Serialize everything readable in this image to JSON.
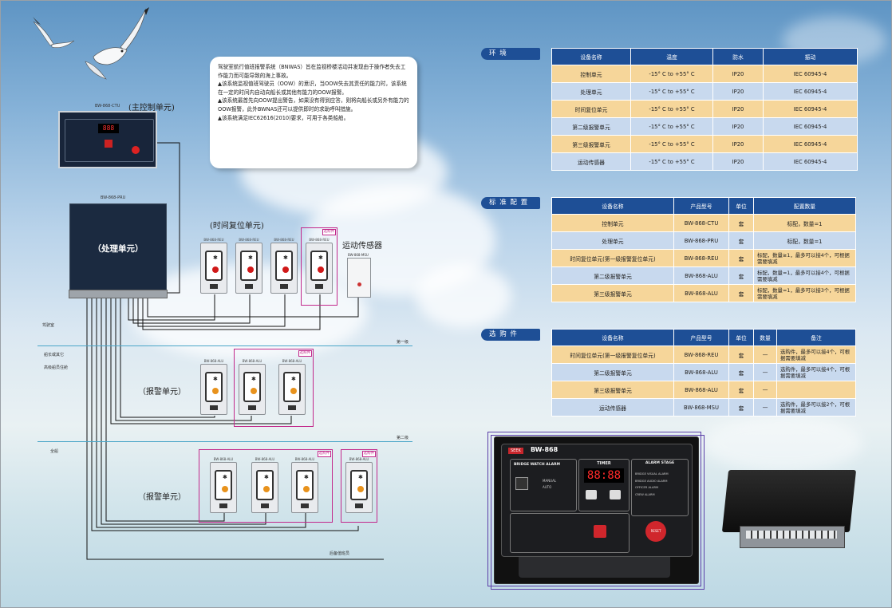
{
  "intro": {
    "line1": "驾驶室航行值班报警系统（BNWAS）旨在监视桥楼活动并发现由于操作者失去工作能力而可能导致的海上事故。",
    "b1": "▲该系统监视值班驾驶员（OOW）的意识，当OOW失去其责任的能力时，该系统在一定的时间内自动向船长或其他有能力的OOW报警。",
    "b2": "▲该系统最首先向OOW提出警告，如果没有得到应答，则将向船长或另外有能力的OOW报警，此外BWNAS还可以提供即时的求助呼叫措施。",
    "b3": "▲该系统满足IEC62616(2010)要求，可用于各类船舶。"
  },
  "diagram": {
    "ctu_model": "BW-868-CTU",
    "ctu_name": "(主控制单元)",
    "pru_model": "BW-868-PRU",
    "pru_name": "（处理单元）",
    "reu_group": "(时间复位单元)",
    "msu_name": "运动传感器",
    "alu_group1": "（报警单元）",
    "alu_group2": "（报警单元）",
    "opt_tag": "选购件",
    "reu_model": "BW-868-REU",
    "alu_model": "BW-868-ALU",
    "msu_model": "BW-868-MSU",
    "zone_bridge": "驾驶室",
    "zone_stage1": "第一级",
    "zone_captain1": "船长或其它",
    "zone_captain2": "高级船员住舱",
    "zone_stage2": "第二级",
    "zone_all": "全船",
    "zone_backup": "后备值班员"
  },
  "env": {
    "tag": "环 境",
    "headers": [
      "设备名称",
      "温度",
      "防水",
      "振动"
    ],
    "rows": [
      [
        "控制单元",
        "-15° C to +55° C",
        "IP20",
        "IEC 60945-4"
      ],
      [
        "处理单元",
        "-15° C to +55° C",
        "IP20",
        "IEC 60945-4"
      ],
      [
        "时间复位单元",
        "-15° C to +55° C",
        "IP20",
        "IEC 60945-4"
      ],
      [
        "第二级报警单元",
        "-15° C to +55° C",
        "IP20",
        "IEC 60945-4"
      ],
      [
        "第三级报警单元",
        "-15° C to +55° C",
        "IP20",
        "IEC 60945-4"
      ],
      [
        "运动传感器",
        "-15° C to +55° C",
        "IP20",
        "IEC 60945-4"
      ]
    ]
  },
  "std": {
    "tag": "标 准 配 置",
    "headers": [
      "设备名称",
      "产品型号",
      "单位",
      "配置数量"
    ],
    "rows": [
      [
        "控制单元",
        "BW-868-CTU",
        "套",
        "标配，数量=1"
      ],
      [
        "处理单元",
        "BW-868-PRU",
        "套",
        "标配，数量=1"
      ],
      [
        "时间复位单元(第一级报警复位单元)",
        "BW-868-REU",
        "套",
        "标配，数量≥1，最多可以接4个，可根据需要填减"
      ],
      [
        "第二级报警单元",
        "BW-868-ALU",
        "套",
        "标配，数量=1，最多可以接4个，可根据需要填减"
      ],
      [
        "第三级报警单元",
        "BW-868-ALU",
        "套",
        "标配，数量=1，最多可以接3个，可根据需要填减"
      ]
    ]
  },
  "opt": {
    "tag": "选 购 件",
    "headers": [
      "设备名称",
      "产品型号",
      "单位",
      "数量",
      "备注"
    ],
    "rows": [
      [
        "时间复位单元(第一级报警复位单元)",
        "BW-868-REU",
        "套",
        "—",
        "选购件，最多可以接4个，可根据需要填减"
      ],
      [
        "第二级报警单元",
        "BW-868-ALU",
        "套",
        "—",
        "选购件，最多可以接4个，可根据需要填减"
      ],
      [
        "第三级报警单元",
        "BW-868-ALU",
        "套",
        "—",
        ""
      ],
      [
        "运动传感器",
        "BW-868-MSU",
        "套",
        "—",
        "选购件，最多可以接2个，可根据需要填减"
      ]
    ]
  },
  "panel": {
    "model": "BW-868",
    "brand": "SEEK",
    "title": "BRIDGE WATCH ALARM",
    "timer": "TIMER",
    "timer_digits": "88:88",
    "stage": "ALARM STAGE",
    "stage_items": [
      "BRIDGE VISUAL ALARM",
      "BRIDGE AUDIO ALARM",
      "OFFICER ALARM",
      "CREW ALARM"
    ],
    "manual": "MANUAL",
    "auto": "AUTO",
    "reset": "RESET"
  }
}
